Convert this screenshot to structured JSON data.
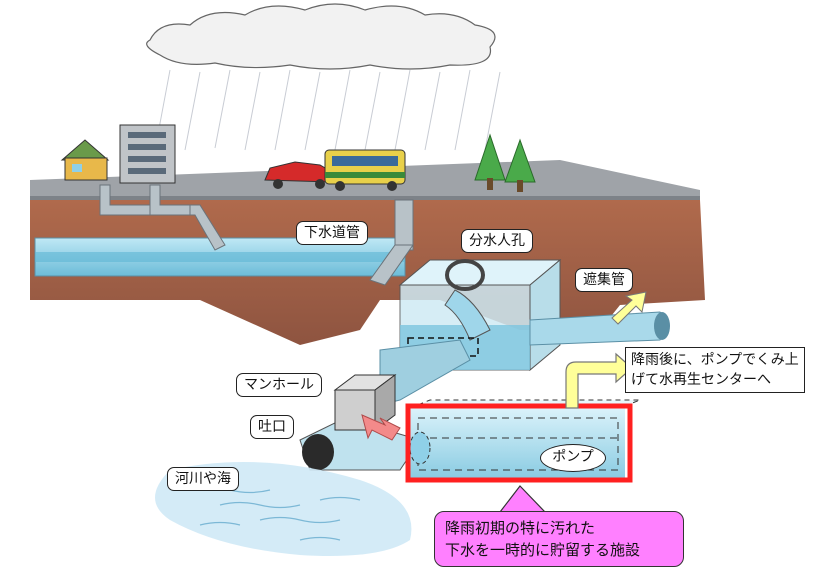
{
  "labels": {
    "sewer_pipe": "下水道管",
    "diversion_chamber": "分水人孔",
    "interceptor": "遮集管",
    "manhole": "マンホール",
    "outfall": "吐口",
    "river_sea": "河川や海",
    "pump": "ポンプ"
  },
  "notes": {
    "after_rain_line1": "降雨後に、ポンプでくみ上",
    "after_rain_line2": "げて水再生センターへ"
  },
  "callout": {
    "line1": "降雨初期の特に汚れた",
    "line2": "下水を一時的に貯留する施設"
  },
  "colors": {
    "soil": "#a0644a",
    "water": "#8fd0e8",
    "highlight": "#ff2020",
    "callout_bg": "#ff80ff",
    "arrow": "#ffff99"
  }
}
